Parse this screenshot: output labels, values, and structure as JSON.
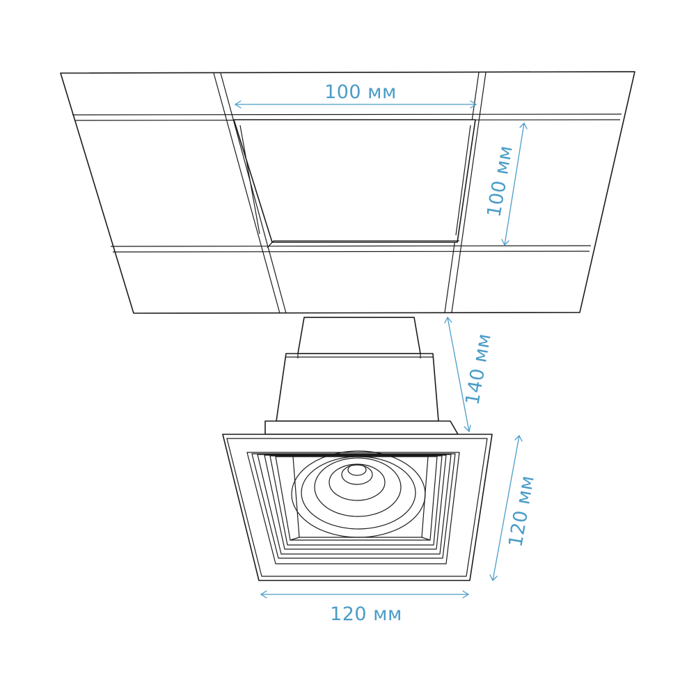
{
  "colors": {
    "outline": "#1a1a1a",
    "dimension": "#4a9cc8",
    "background": "#ffffff"
  },
  "dimensions": {
    "ceiling_cutout_width": "100 мм",
    "ceiling_cutout_depth": "100 мм",
    "fixture_height": "140 мм",
    "frame_depth": "120 мм",
    "frame_width": "120 мм"
  }
}
